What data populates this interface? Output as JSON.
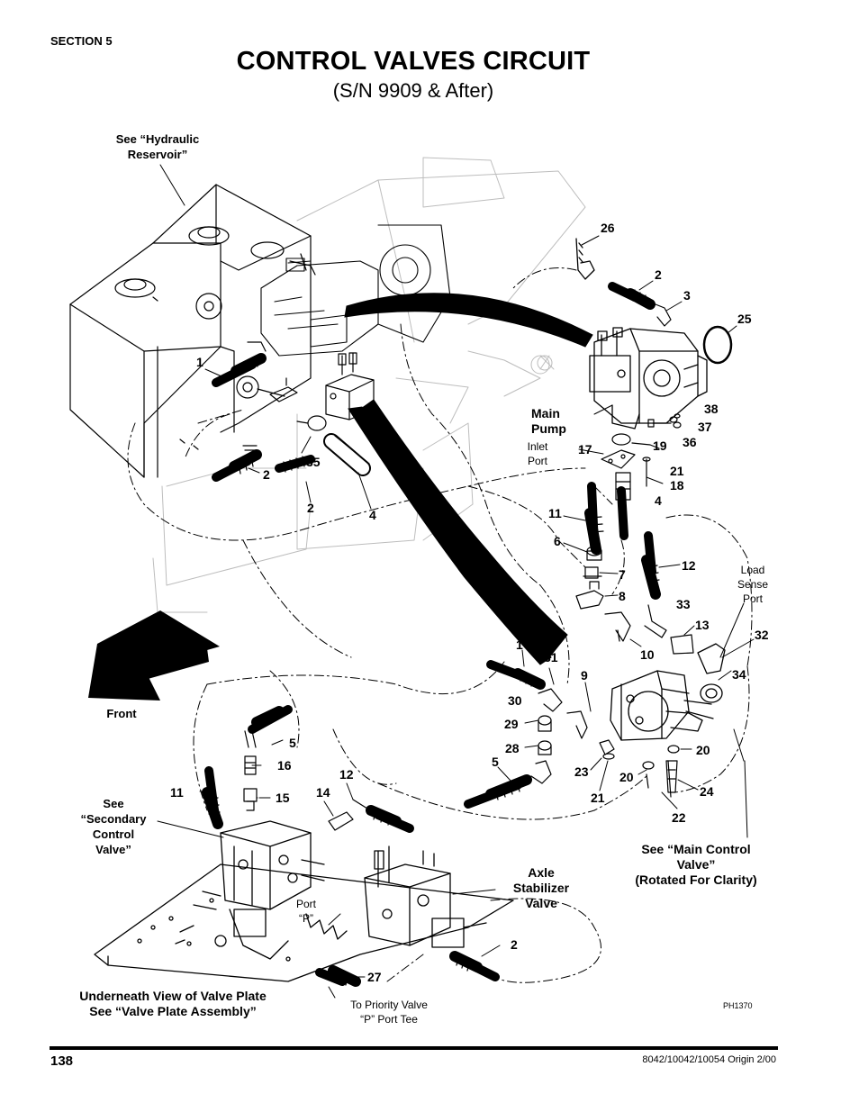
{
  "header": {
    "section": "SECTION 5",
    "title": "CONTROL VALVES CIRCUIT",
    "subtitle": "(S/N 9909 & After)"
  },
  "callouts": {
    "see_reservoir": "See “Hydraulic\nReservoir”",
    "main_pump": "Main\nPump",
    "inlet_port": "Inlet\nPort",
    "load_sense_port": "Load\nSense\nPort",
    "front": "Front",
    "see_secondary": "See\n“Secondary\nControl\nValve”",
    "port_p": "Port\n“P”",
    "axle_stabilizer": "Axle\nStabilizer\nValve",
    "see_main_control": "See “Main Control\nValve”\n(Rotated For Clarity)",
    "underneath_view": "Underneath View of Valve Plate\nSee “Valve Plate Assembly”",
    "to_priority": "To Priority Valve\n“P” Port Tee",
    "figure_id": "PH1370"
  },
  "part_numbers": [
    {
      "id": "p26",
      "text": "26"
    },
    {
      "id": "p2a",
      "text": "2"
    },
    {
      "id": "p3",
      "text": "3"
    },
    {
      "id": "p25",
      "text": "25"
    },
    {
      "id": "p1a",
      "text": "1"
    },
    {
      "id": "p38",
      "text": "38"
    },
    {
      "id": "p37",
      "text": "37"
    },
    {
      "id": "p36",
      "text": "36"
    },
    {
      "id": "p19",
      "text": "19"
    },
    {
      "id": "p17",
      "text": "17"
    },
    {
      "id": "p21a",
      "text": "21"
    },
    {
      "id": "p18",
      "text": "18"
    },
    {
      "id": "p4a",
      "text": "4"
    },
    {
      "id": "p35",
      "text": "35"
    },
    {
      "id": "p2b",
      "text": "2"
    },
    {
      "id": "p2c",
      "text": "2"
    },
    {
      "id": "p4b",
      "text": "4"
    },
    {
      "id": "p11a",
      "text": "11"
    },
    {
      "id": "p6",
      "text": "6"
    },
    {
      "id": "p12a",
      "text": "12"
    },
    {
      "id": "p7",
      "text": "7"
    },
    {
      "id": "p8",
      "text": "8"
    },
    {
      "id": "p33",
      "text": "33"
    },
    {
      "id": "p13",
      "text": "13"
    },
    {
      "id": "p10",
      "text": "10"
    },
    {
      "id": "p32",
      "text": "32"
    },
    {
      "id": "p1b",
      "text": "1"
    },
    {
      "id": "p31",
      "text": "31"
    },
    {
      "id": "p9",
      "text": "9"
    },
    {
      "id": "p34",
      "text": "34"
    },
    {
      "id": "p30",
      "text": "30"
    },
    {
      "id": "p29",
      "text": "29"
    },
    {
      "id": "p28",
      "text": "28"
    },
    {
      "id": "p5a",
      "text": "5"
    },
    {
      "id": "p20a",
      "text": "20"
    },
    {
      "id": "p23",
      "text": "23"
    },
    {
      "id": "p20b",
      "text": "20"
    },
    {
      "id": "p21b",
      "text": "21"
    },
    {
      "id": "p24",
      "text": "24"
    },
    {
      "id": "p22",
      "text": "22"
    },
    {
      "id": "p5b",
      "text": "5"
    },
    {
      "id": "p16",
      "text": "16"
    },
    {
      "id": "p11b",
      "text": "11"
    },
    {
      "id": "p15",
      "text": "15"
    },
    {
      "id": "p12b",
      "text": "12"
    },
    {
      "id": "p14",
      "text": "14"
    },
    {
      "id": "p2d",
      "text": "2"
    },
    {
      "id": "p27",
      "text": "27"
    }
  ],
  "footer": {
    "page_number": "138",
    "origin": "8042/10042/10054 Origin 2/00"
  }
}
